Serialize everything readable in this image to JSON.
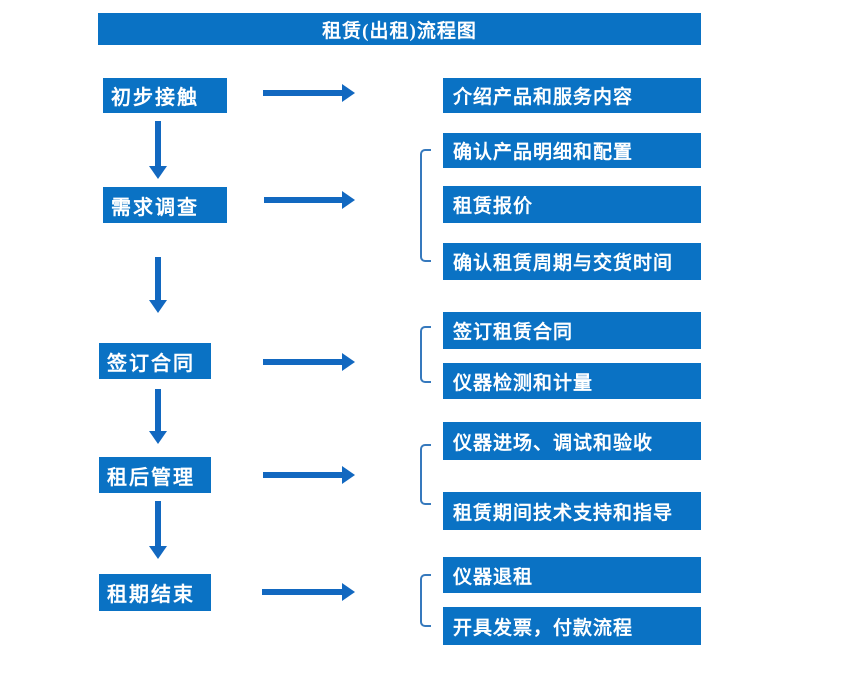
{
  "title": "租赁(出租)流程图",
  "colors": {
    "box": "#0a72c4",
    "arrow": "#1268c0",
    "bracket": "#3679bd",
    "text": "#ffffff",
    "background": "#ffffff"
  },
  "stages": [
    {
      "label": "初步接触",
      "outputs": [
        "介绍产品和服务内容"
      ]
    },
    {
      "label": "需求调查",
      "outputs": [
        "确认产品明细和配置",
        "租赁报价",
        "确认租赁周期与交货时间"
      ]
    },
    {
      "label": "签订合同",
      "outputs": [
        "签订租赁合同",
        "仪器检测和计量"
      ]
    },
    {
      "label": "租后管理",
      "outputs": [
        "仪器进场、调试和验收",
        "租赁期间技术支持和指导"
      ]
    },
    {
      "label": "租期结束",
      "outputs": [
        "仪器退租",
        "开具发票，付款流程"
      ]
    }
  ]
}
